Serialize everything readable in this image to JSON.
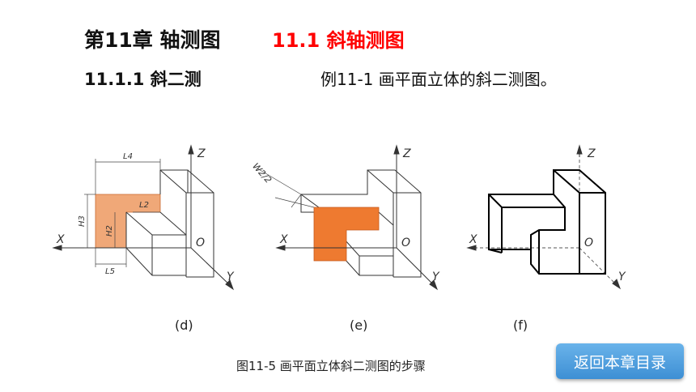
{
  "header": {
    "chapter_title": "第11章  轴测图",
    "section_title": "11.1  斜轴测图",
    "sub_title": "11.1.1  斜二测",
    "example_text": "例11-1 画平面立体的斜二测图。"
  },
  "figures": {
    "d": {
      "label": "(d)",
      "axes": {
        "z": "Z",
        "x": "X",
        "y": "Y",
        "o": "O"
      },
      "dims": {
        "l4": "L4",
        "l2": "L2",
        "l5": "L5",
        "h3": "H3",
        "h2": "H2"
      }
    },
    "e": {
      "label": "(e)",
      "axes": {
        "z": "Z",
        "x": "X",
        "y": "Y",
        "o": "O"
      },
      "dims": {
        "w2": "W2/2"
      }
    },
    "f": {
      "label": "(f)",
      "axes": {
        "z": "Z",
        "x": "X",
        "y": "Y",
        "o": "O"
      }
    }
  },
  "caption": "图11-5 画平面立体斜二测图的步骤",
  "back_button": {
    "label": "返回本章目录"
  },
  "colors": {
    "section_red": "#ff0000",
    "fill_light": "#f0a878",
    "fill_orange": "#ee7a30",
    "button_blue": "#4a9be0"
  }
}
